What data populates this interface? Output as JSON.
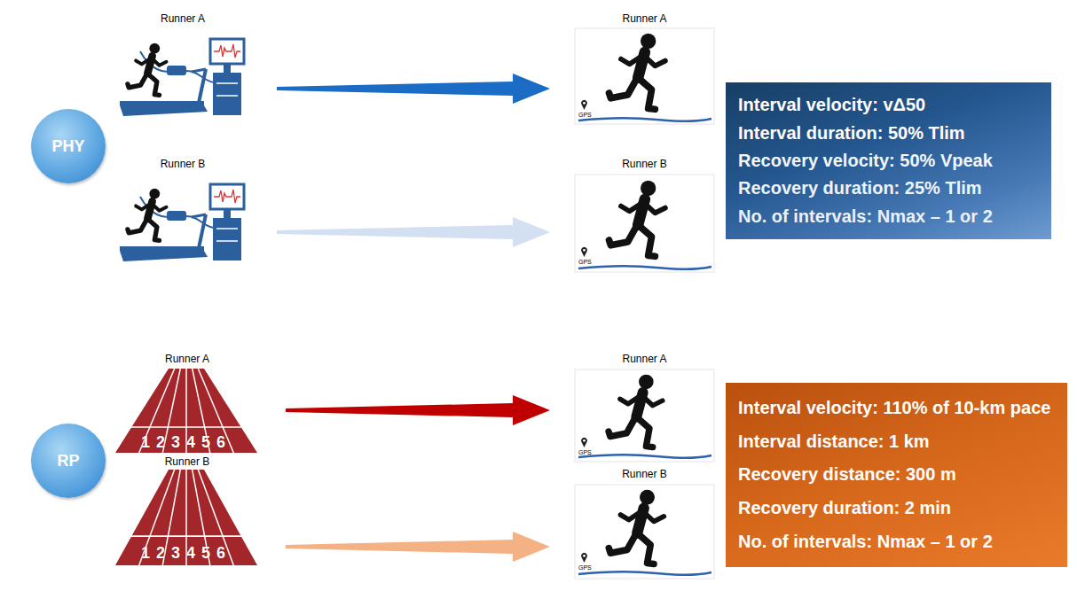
{
  "diagram": {
    "nodes": [
      {
        "text": [
          "PHY"
        ]
      },
      {
        "text": [
          "Runner A"
        ]
      },
      {
        "text": [
          "Runner A"
        ]
      },
      {
        "text": [
          "Interval velocity: vΔ50",
          "Interval duration: 50% Tlim",
          "Recovery velocity: 50% Vpeak",
          "Recovery duration: 25% Tlim",
          "No. of intervals: Nmax – 1 or 2"
        ]
      },
      {
        "text": [
          "Runner B"
        ]
      },
      {
        "text": [
          "Runner B"
        ]
      },
      {
        "text": [
          "RP"
        ]
      },
      {
        "text": [
          "Runner A"
        ]
      },
      {
        "text": [
          "Runner A"
        ]
      },
      {
        "text": [
          "Interval velocity: 110% of 10-km pace",
          "Interval distance: 1 km",
          "Recovery distance: 300 m",
          "Recovery duration: 2 min",
          "No. of intervals: Nmax – 1 or 2"
        ]
      },
      {
        "text": [
          "Runner B"
        ]
      },
      {
        "text": [
          "Runner B"
        ]
      }
    ],
    "edges": [
      {
        "from": 1,
        "to": 2,
        "arrow": "to"
      },
      {
        "from": 4,
        "to": 5,
        "arrow": "to"
      },
      {
        "from": 7,
        "to": 8,
        "arrow": "to"
      },
      {
        "from": 10,
        "to": 11,
        "arrow": "to"
      }
    ],
    "labels": [
      "GPS",
      "GPS",
      "123456",
      "123456",
      "GPS",
      "GPS"
    ]
  }
}
